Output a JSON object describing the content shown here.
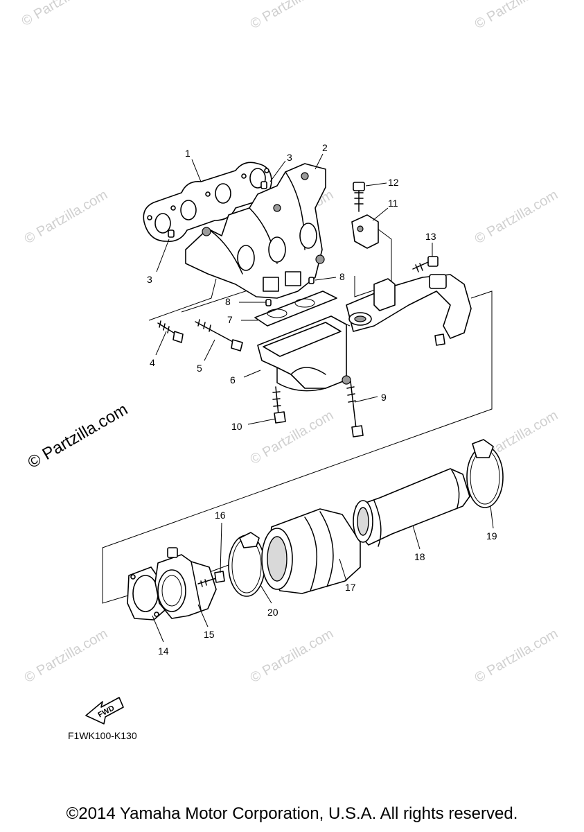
{
  "callouts": [
    "1",
    "2",
    "3",
    "3",
    "4",
    "5",
    "6",
    "7",
    "8",
    "8",
    "9",
    "10",
    "11",
    "12",
    "13",
    "14",
    "15",
    "16",
    "17",
    "18",
    "19",
    "20"
  ],
  "fwd_label": "FWD",
  "figure_code": "F1WK100-K130",
  "watermark_small": "© Partzilla.com",
  "watermark_big": "© Partzilla.com",
  "copyright": "©2014 Yamaha Motor Corporation, U.S.A. All rights reserved."
}
